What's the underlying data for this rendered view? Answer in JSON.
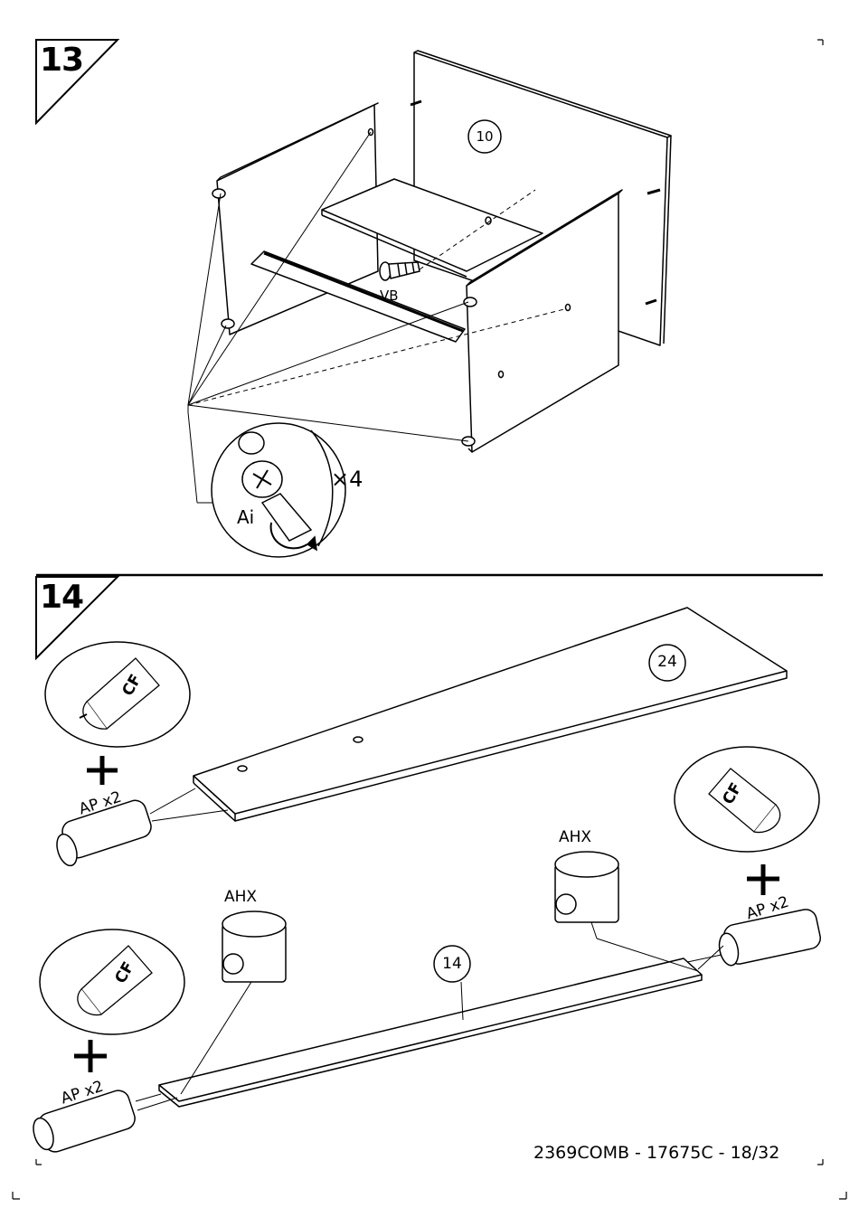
{
  "steps": [
    {
      "number": "13",
      "parts": {
        "panel_top": "10"
      },
      "labels": {
        "screw": "VB",
        "cam": "Ai",
        "multiplier": "×4"
      }
    },
    {
      "number": "14",
      "parts": {
        "board_top": "24",
        "board_bottom": "14"
      },
      "labels": {
        "glue_1": "CF",
        "glue_2": "CF",
        "glue_3": "CF",
        "dowel_1": "AP x2",
        "dowel_2": "AP x2",
        "dowel_3": "AP x2",
        "barrel_1": "AHX",
        "barrel_2": "AHX",
        "plus": "+"
      }
    }
  ],
  "footer": {
    "code": "2369COMB  -  17675C  -  18/32"
  }
}
